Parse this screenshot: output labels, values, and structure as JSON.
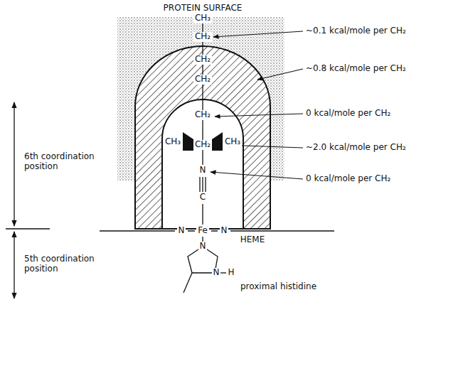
{
  "diagram": {
    "labels": [
      "PROTEIN SURFACE",
      "CH₃",
      "CH₂",
      "~0.1 kcal/mole per CH₂",
      "CH₂",
      "CH₂",
      "~0.8 kcal/mole per CH₂",
      "CH₂",
      "0 kcal/mole per CH₂",
      "CH₃",
      "CH₂",
      "CH₃",
      "~2.0 kcal/mole per CH₂",
      "6th coordination position",
      "N",
      "0 kcal/mole per CH₂",
      "C",
      "N",
      "Fe",
      "N",
      "HEME",
      "5th coordination position",
      "N",
      "N",
      "H",
      "proximal histidine"
    ]
  }
}
